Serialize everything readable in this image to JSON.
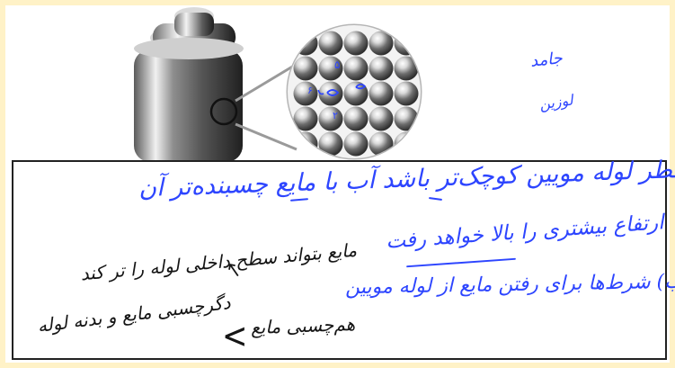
{
  "illustration": {
    "subject_icons": [
      "solid-weight-icon",
      "particle-lattice-icon"
    ],
    "accent_color": "#2d45ff",
    "frame_color": "#fff2c7",
    "note_border_color": "#222222",
    "particle_marks": [
      "۵",
      "۶",
      "۲"
    ]
  },
  "notes": {
    "side_title_1": "جامد",
    "side_title_2": "لوزین",
    "line_1": "چون هر قدر قطر لوله مویین کوچک‌تر باشد آب با مایع چسبنده‌تر آن",
    "line_2": "ارتفاع بیشتری را بالا خواهد رفت",
    "line_3": "ب) شرط‌ها برای رفتن مایع از لوله مویین",
    "line_4": "مایع بتواند سطح داخلی لوله را تر کند",
    "line_5": "دگرچسبی مایع و بدنه لوله",
    "line_6": "هم‌چسبی مایع"
  }
}
